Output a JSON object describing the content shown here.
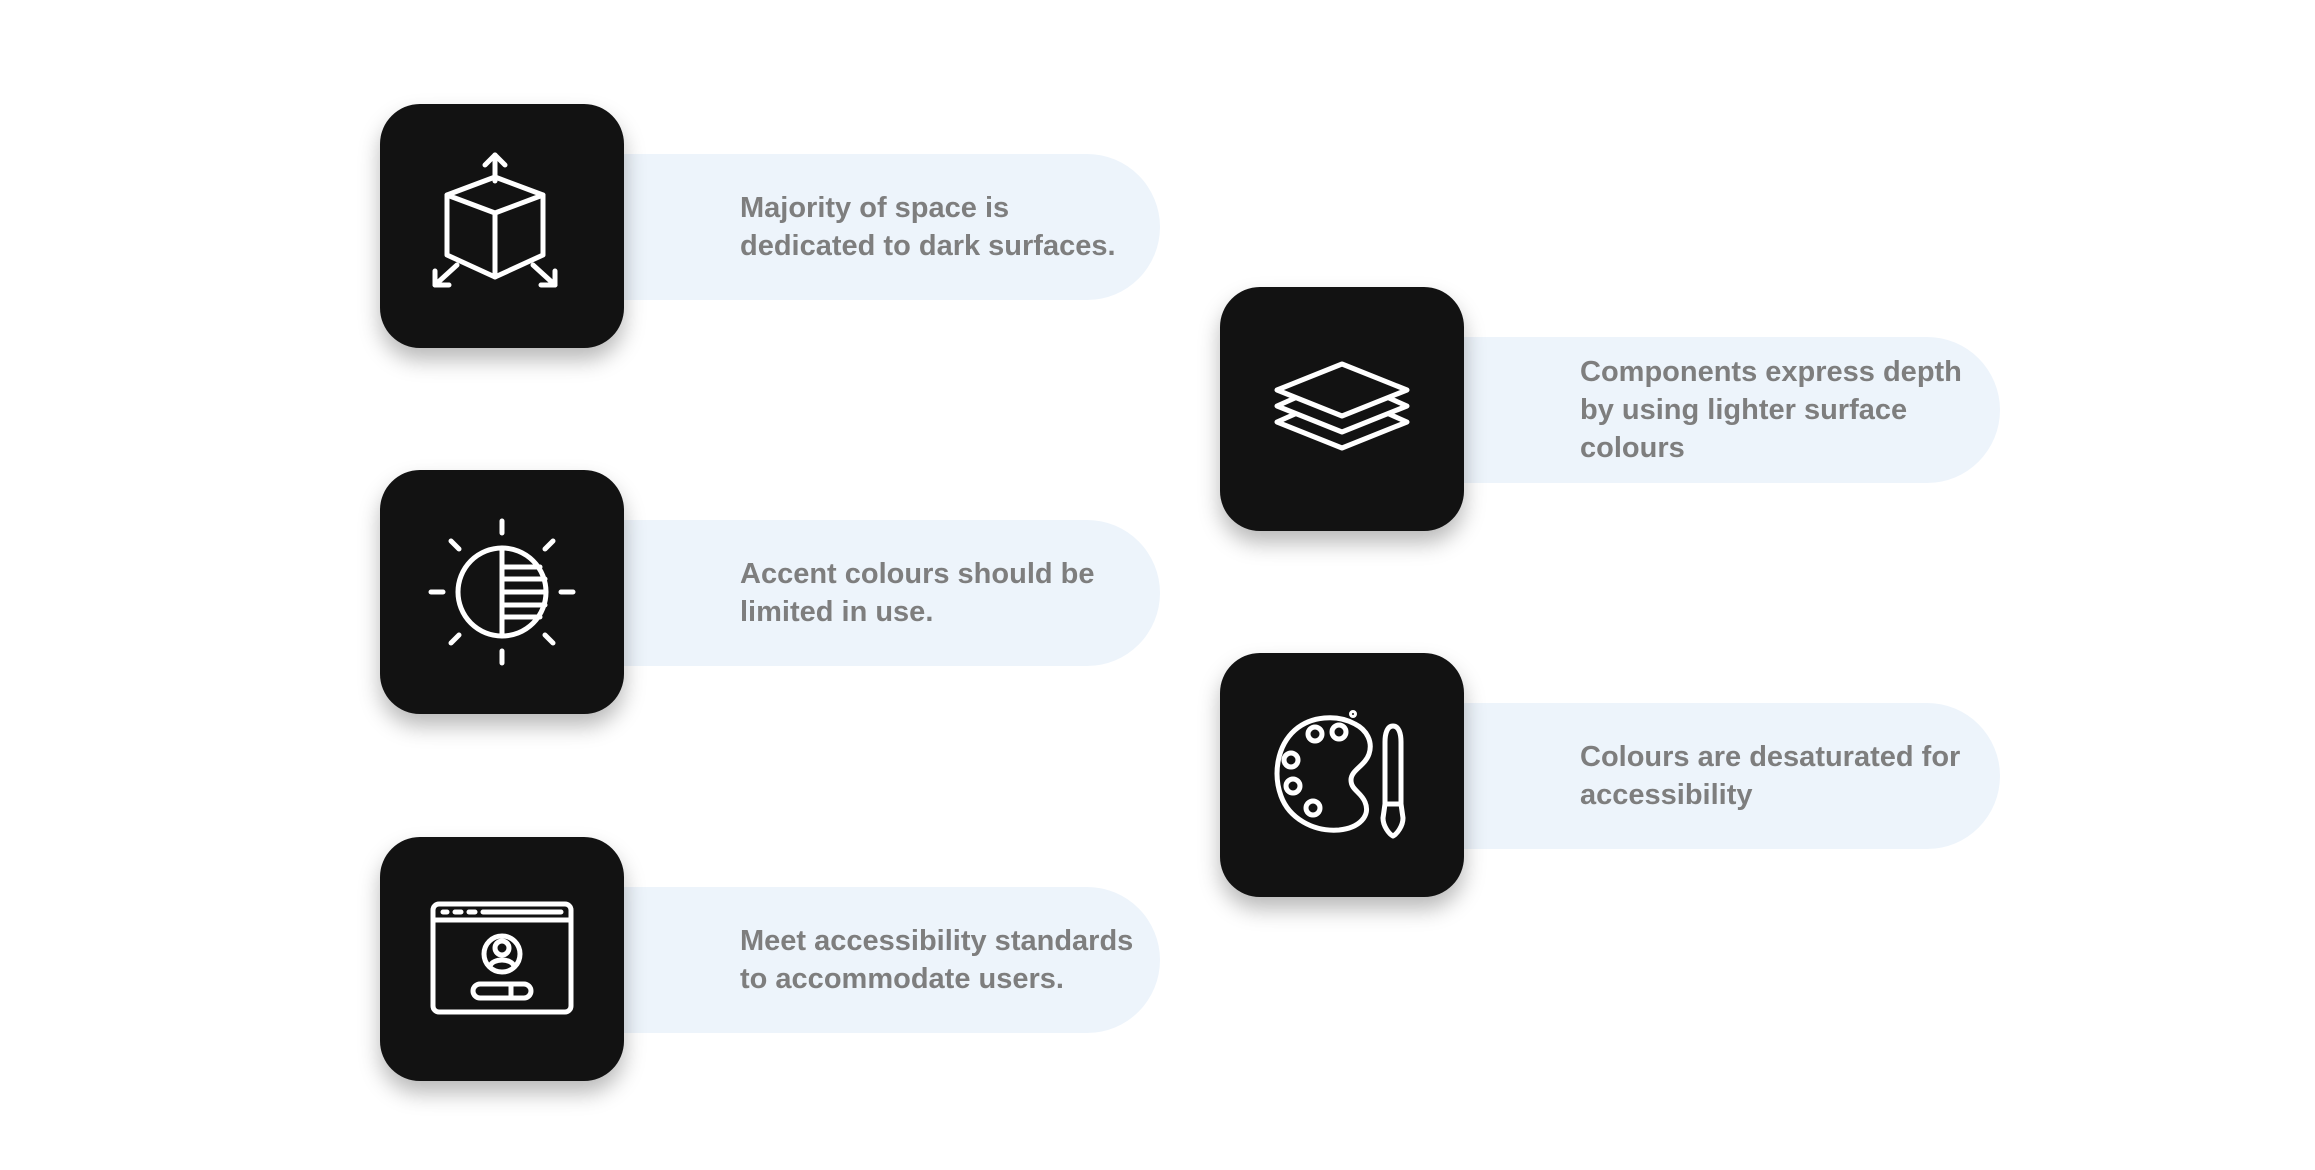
{
  "principles": [
    {
      "text": "Majority of space is dedicated to dark surfaces.",
      "icon": "cube-expand-icon"
    },
    {
      "text": "Accent colours should be limited in use.",
      "icon": "contrast-sun-icon"
    },
    {
      "text": "Meet accessibility standards to accommodate users.",
      "icon": "browser-user-icon"
    },
    {
      "text": "Components express depth by using lighter surface colours",
      "icon": "layers-icon"
    },
    {
      "text": "Colours are desaturated for accessibility",
      "icon": "palette-brush-icon"
    }
  ],
  "colors": {
    "tile": "#121212",
    "pill": "#edf4fb",
    "text": "#7e7e7e",
    "icon_stroke": "#ffffff"
  }
}
